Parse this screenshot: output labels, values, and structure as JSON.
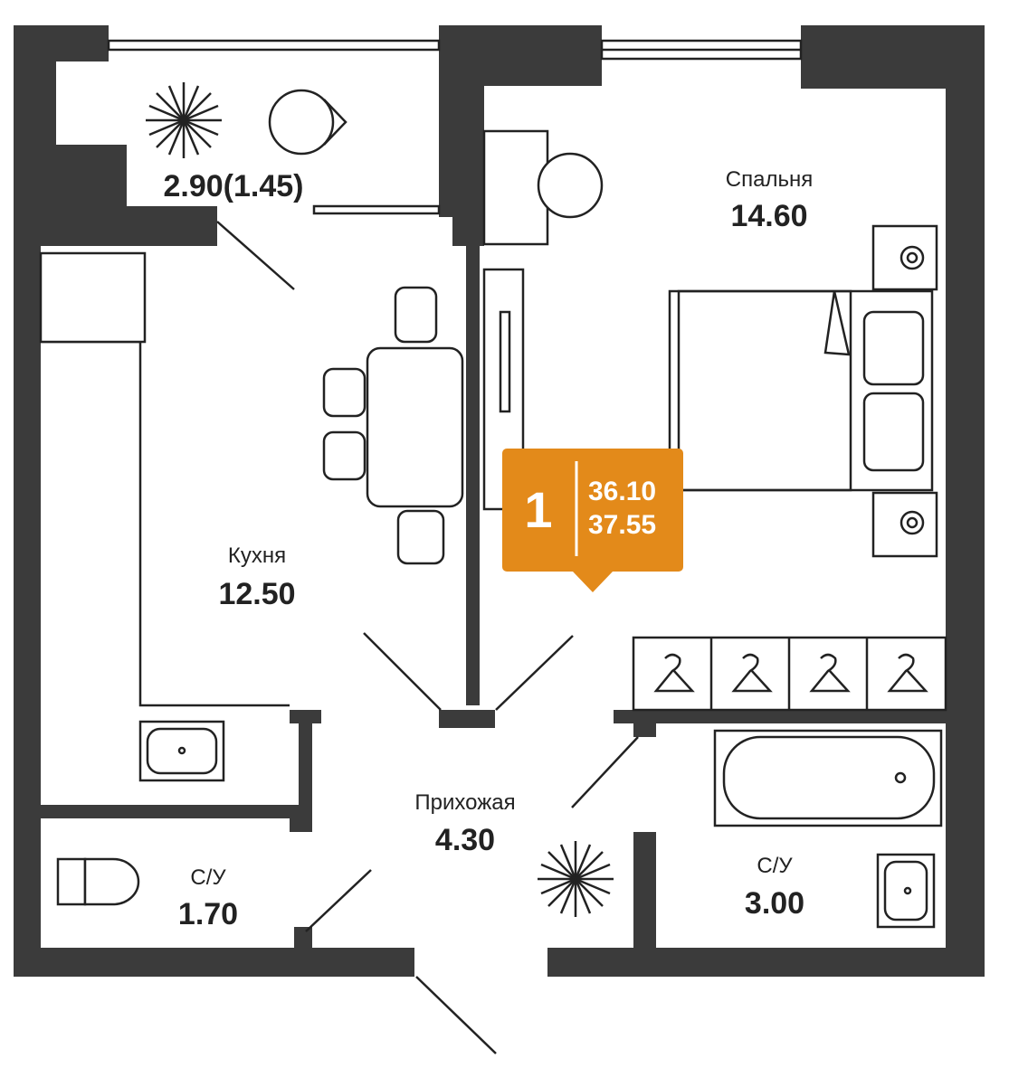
{
  "rooms": {
    "balcony": {
      "area": "2.90(1.45)"
    },
    "kitchen": {
      "name": "Кухня",
      "area": "12.50"
    },
    "bedroom": {
      "name": "Спальня",
      "area": "14.60"
    },
    "hallway": {
      "name": "Прихожая",
      "area": "4.30"
    },
    "wc_small": {
      "name": "С/У",
      "area": "1.70"
    },
    "wc_large": {
      "name": "С/У",
      "area": "3.00"
    }
  },
  "badge": {
    "rooms": "1",
    "living_area": "36.10",
    "total_area": "37.55",
    "color": "#E38A1A"
  },
  "colors": {
    "wall": "#3b3b3b"
  }
}
